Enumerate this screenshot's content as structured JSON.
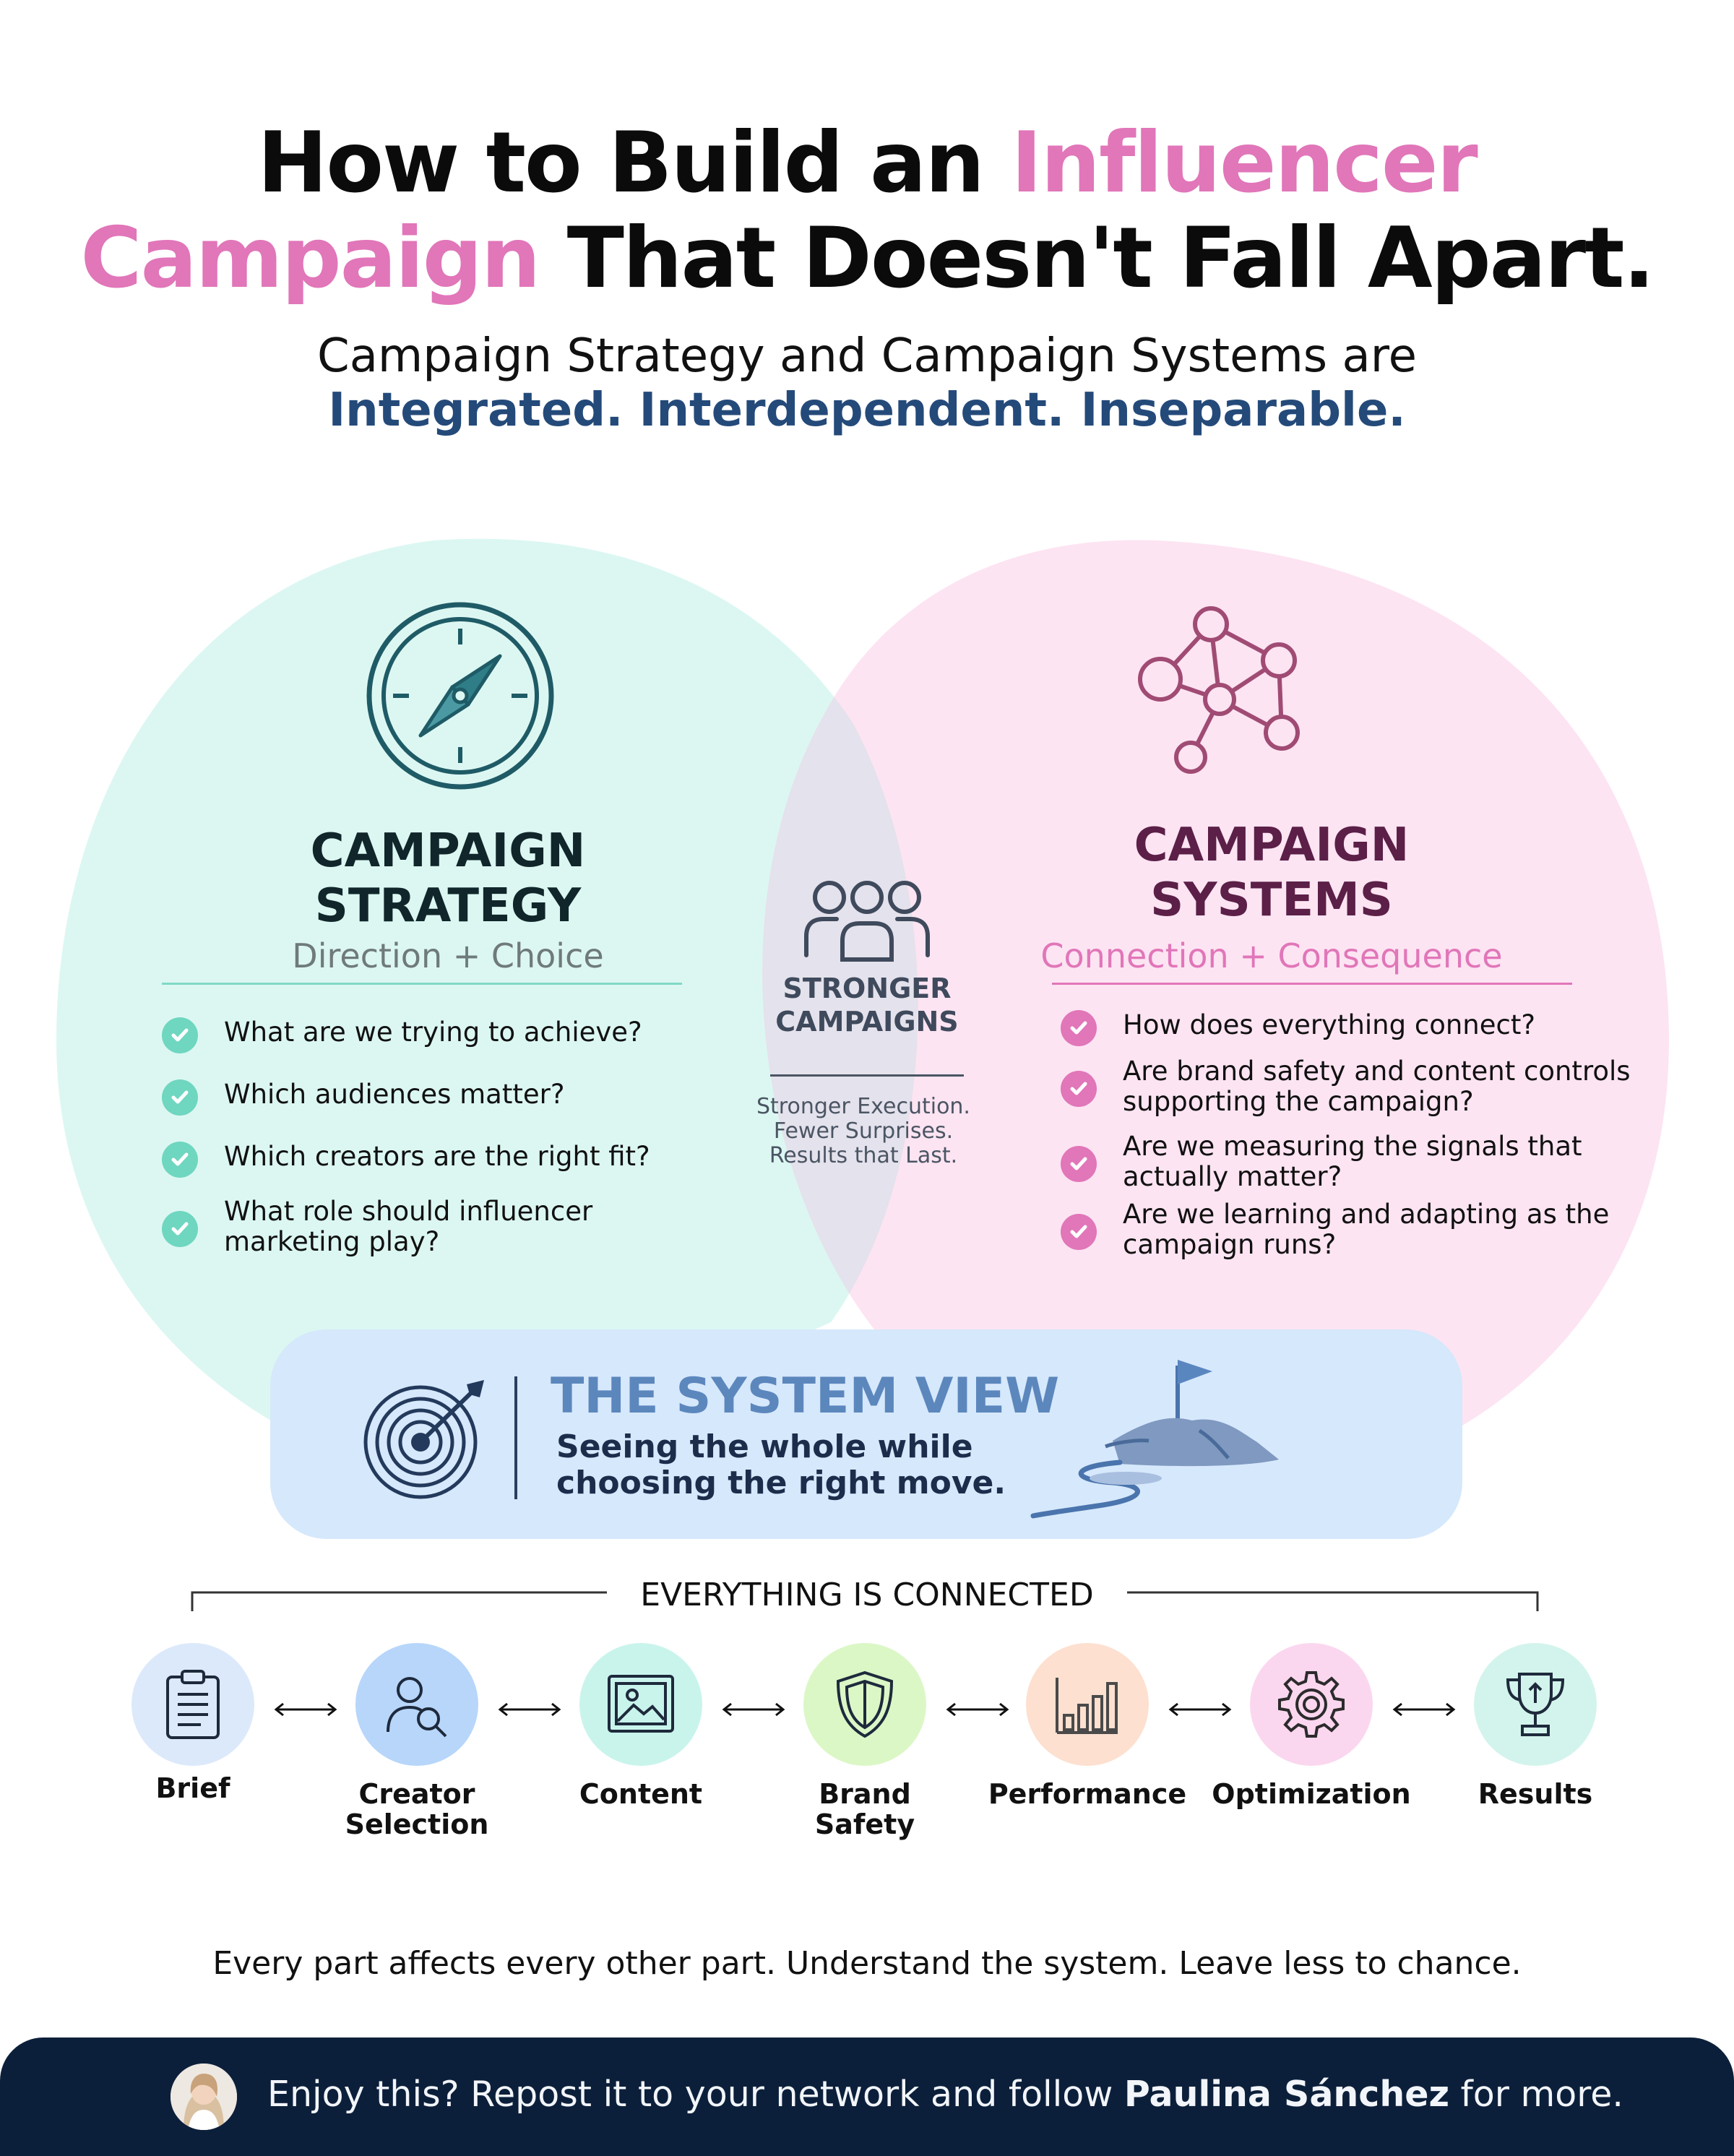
{
  "header": {
    "title_part1": "How to Build an ",
    "title_part2": "Influencer",
    "title_part3": "Campaign",
    "title_part4": " That Doesn't Fall Apart.",
    "subtitle": "Campaign Strategy and Campaign Systems are",
    "tagline": "Integrated. Interdependent. Inseparable."
  },
  "strategy": {
    "icon": "compass-icon",
    "title_line1": "CAMPAIGN",
    "title_line2": "STRATEGY",
    "subtitle": "Direction + Choice",
    "questions": [
      {
        "line1": "What are we trying to achieve?",
        "line2": ""
      },
      {
        "line1": "Which audiences matter?",
        "line2": ""
      },
      {
        "line1": "Which creators are the right fit?",
        "line2": ""
      },
      {
        "line1": "What role should influencer",
        "line2": "marketing play?"
      }
    ]
  },
  "systems": {
    "icon": "network-icon",
    "title_line1": "CAMPAIGN",
    "title_line2": "SYSTEMS",
    "subtitle": "Connection + Consequence",
    "questions": [
      {
        "line1": "How does everything connect?",
        "line2": ""
      },
      {
        "line1": "Are brand safety and content controls",
        "line2": "supporting the campaign?"
      },
      {
        "line1": "Are we measuring the signals that",
        "line2": "actually matter?"
      },
      {
        "line1": "Are we learning and adapting as the",
        "line2": "campaign runs?"
      }
    ]
  },
  "center": {
    "icon": "people-group-icon",
    "label_line1": "STRONGER",
    "label_line2": "CAMPAIGNS",
    "line1": "Stronger Execution.",
    "line2": "Fewer Surprises.",
    "line3": "Results that Last."
  },
  "system_view": {
    "icon": "target-icon",
    "title": "THE SYSTEM VIEW",
    "desc_line1": "Seeing the whole while",
    "desc_line2": "choosing the right move.",
    "illustration": "mountain-flag-icon"
  },
  "connected": {
    "label": "EVERYTHING IS CONNECTED",
    "steps": [
      {
        "label_line1": "Brief",
        "label_line2": "",
        "icon": "clipboard-icon",
        "color": "#dce9fb"
      },
      {
        "label_line1": "Creator",
        "label_line2": "Selection",
        "icon": "creator-search-icon",
        "color": "#b7d6fa"
      },
      {
        "label_line1": "Content",
        "label_line2": "",
        "icon": "image-icon",
        "color": "#c9f4ec"
      },
      {
        "label_line1": "Brand",
        "label_line2": "Safety",
        "icon": "shield-icon",
        "color": "#dbf7c6"
      },
      {
        "label_line1": "Performance",
        "label_line2": "",
        "icon": "bar-chart-icon",
        "color": "#fde0d0"
      },
      {
        "label_line1": "Optimization",
        "label_line2": "",
        "icon": "gear-icon",
        "color": "#fbd7ef"
      },
      {
        "label_line1": "Results",
        "label_line2": "",
        "icon": "trophy-icon",
        "color": "#d3f4ec"
      }
    ]
  },
  "footer": {
    "message": "Every part affects every other part. Understand the system. Leave less to chance.",
    "cta_before": "Enjoy this? Repost it to your network and follow ",
    "cta_name": "Paulina Sánchez",
    "cta_after": " for more.",
    "avatar": "avatar"
  },
  "colors": {
    "accent_pink": "#e176b9",
    "accent_navy": "#244a7a",
    "strategy_fill": "#dcf7f2",
    "systems_fill": "#fde4f2",
    "overlap_fill": "#e4e2ec",
    "footer_bg": "#0c1f3a"
  }
}
